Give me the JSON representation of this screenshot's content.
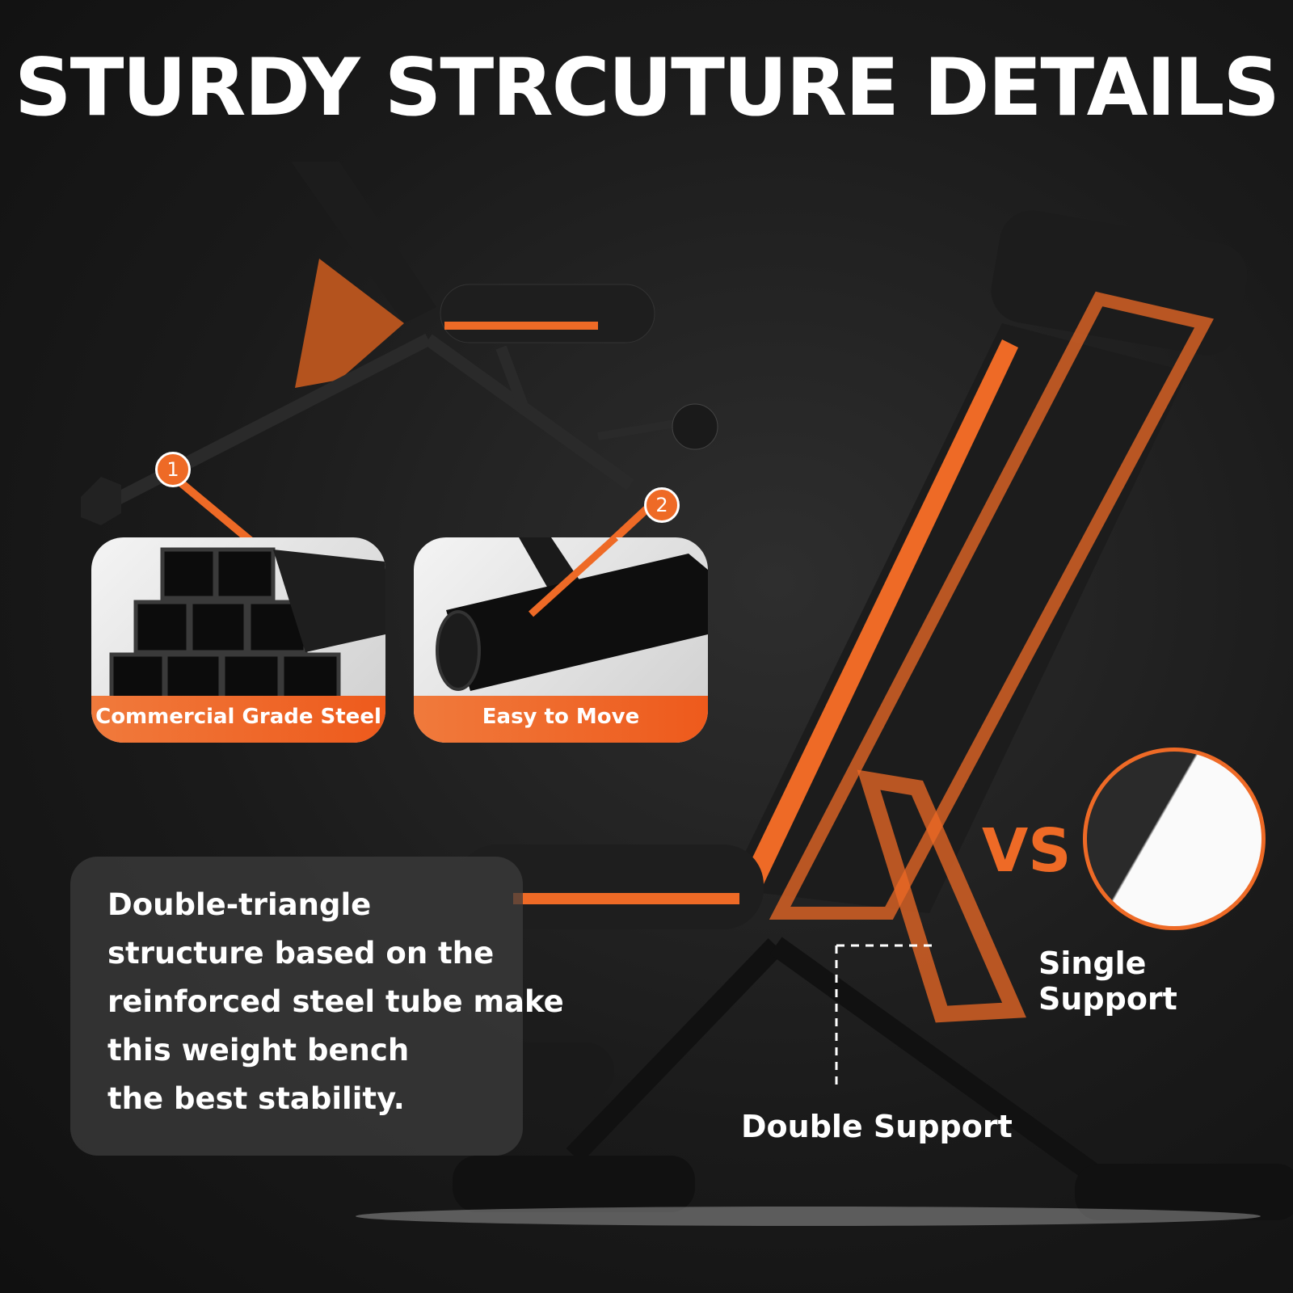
{
  "title": "STURDY STRCUTURE DETAILS",
  "callouts": [
    {
      "number": "1",
      "label": "Commercial Grade Steel"
    },
    {
      "number": "2",
      "label": "Easy to Move"
    }
  ],
  "description": [
    "Double-triangle",
    "structure based on the",
    "reinforced steel tube make",
    "this weight bench",
    "the best stability."
  ],
  "comparison": {
    "vs": "VS",
    "single": "Single Support",
    "double": "Double Support"
  },
  "colors": {
    "accent": "#ee6a26",
    "background": "#1a1a1a"
  }
}
